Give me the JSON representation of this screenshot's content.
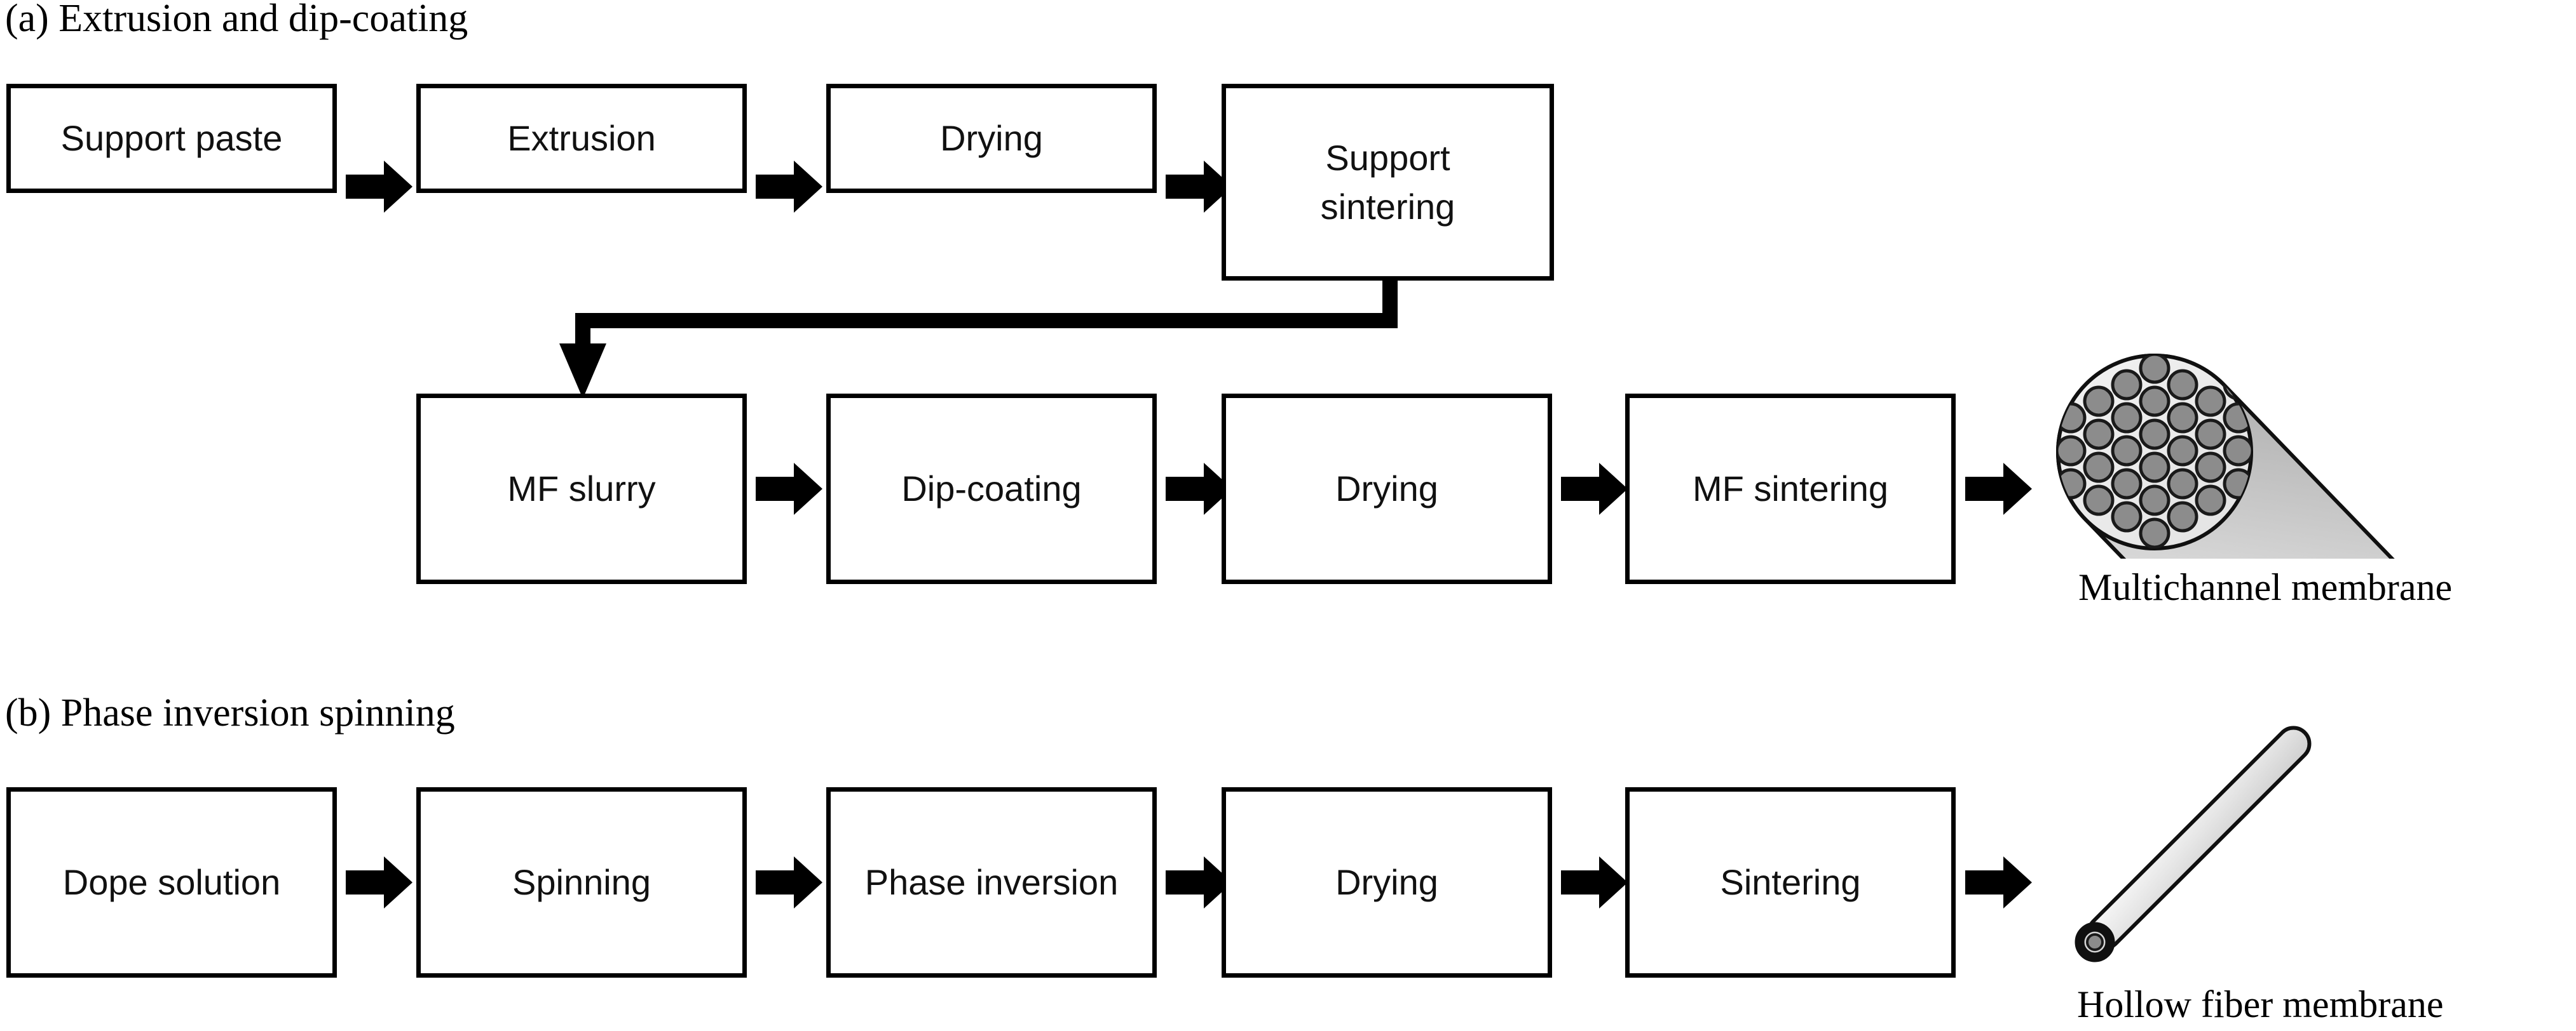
{
  "figure": {
    "background": "#ffffff",
    "box_border_color": "#000000",
    "box_fill": "#ffffff",
    "arrow_color": "#000000",
    "membrane_body_color": "#e9e9e9",
    "membrane_channel_color": "#8c8c8c"
  },
  "sections": [
    {
      "id": "a",
      "caption": "(a) Extrusion and dip-coating",
      "rows": [
        {
          "id": "a-row-1",
          "boxes": [
            {
              "label": "Support paste"
            },
            {
              "label": "Extrusion"
            },
            {
              "label": "Drying"
            },
            {
              "label": "Support\nsintering"
            }
          ]
        },
        {
          "id": "a-row-2",
          "boxes": [
            {
              "label": "MF slurry"
            },
            {
              "label": "Dip-coating"
            },
            {
              "label": "Drying"
            },
            {
              "label": "MF sintering"
            }
          ]
        }
      ],
      "product": {
        "label": "Multichannel membrane",
        "icon": "multichannel-membrane-icon",
        "channel_count": 31
      }
    },
    {
      "id": "b",
      "caption": "(b) Phase inversion spinning",
      "rows": [
        {
          "id": "b-row-1",
          "boxes": [
            {
              "label": "Dope solution"
            },
            {
              "label": "Spinning"
            },
            {
              "label": "Phase inversion"
            },
            {
              "label": "Drying"
            },
            {
              "label": "Sintering"
            }
          ]
        }
      ],
      "product": {
        "label": "Hollow fiber membrane",
        "icon": "hollow-fiber-membrane-icon"
      }
    }
  ],
  "connector": {
    "id": "support-sintering-to-mf-slurry",
    "description": "elbow arrow from Support sintering down-left into MF slurry"
  }
}
